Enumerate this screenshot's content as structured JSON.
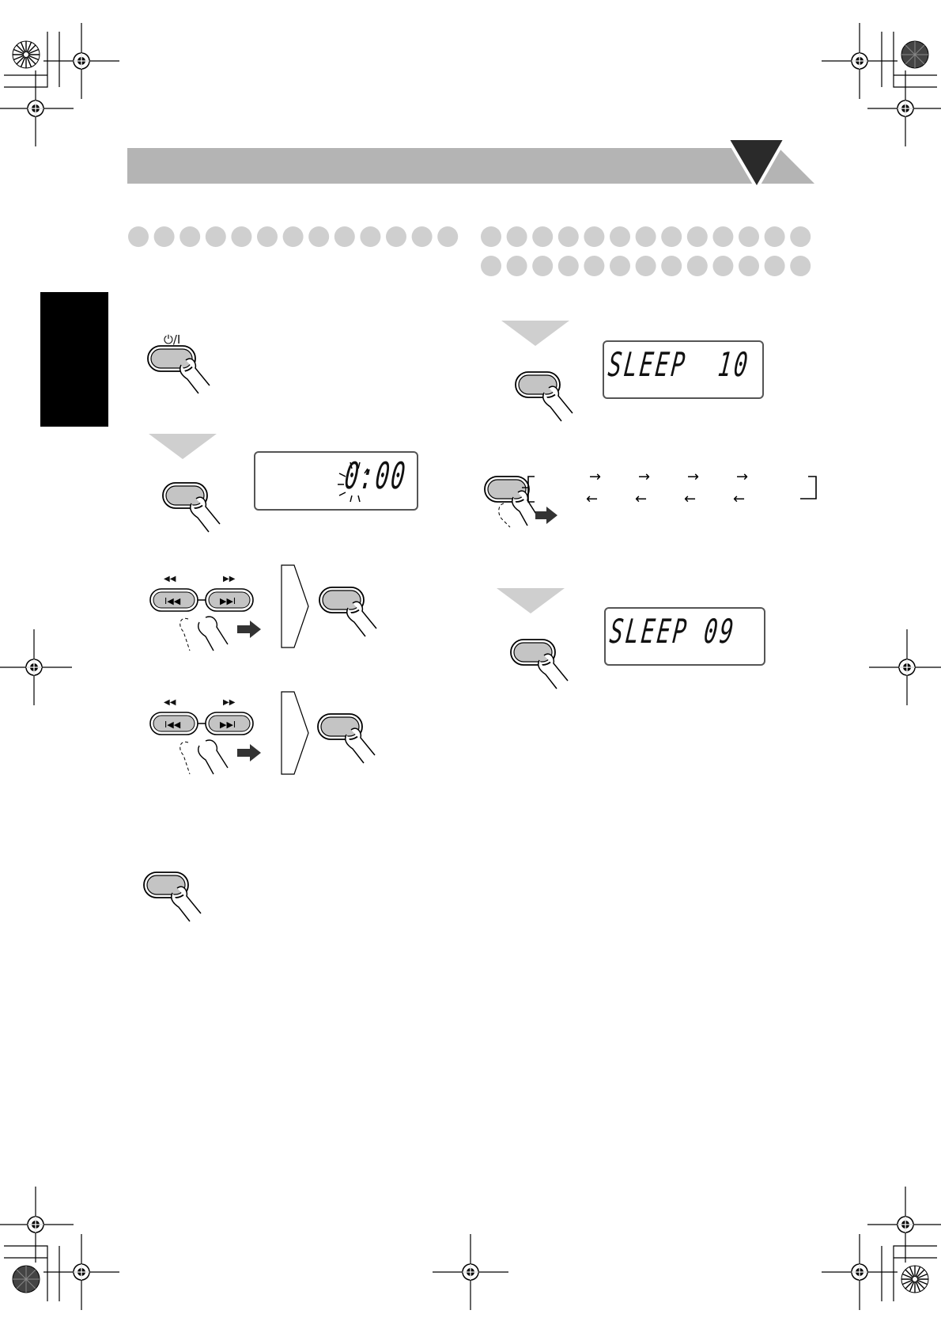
{
  "header": {
    "bar_color": "#b4b4b4",
    "triangle_color": "#2a2a2a"
  },
  "section_left": {
    "placeholder_dots": 13,
    "dot_color": "#cfcfcf"
  },
  "section_right": {
    "placeholder_dots_row1": 13,
    "placeholder_dots_row2": 13,
    "dot_color": "#cfcfcf"
  },
  "language_tab": {
    "color": "#000000"
  },
  "buttons": {
    "power_symbol": "⏻/I",
    "rew_symbol": "◀◀",
    "ff_symbol": "▶▶",
    "prev_symbol": "I◀◀",
    "next_symbol": "▶▶I"
  },
  "displays": {
    "clock": "0:00",
    "sleep_first": "SLEEP  10",
    "sleep_second": "SLEEP 09"
  }
}
